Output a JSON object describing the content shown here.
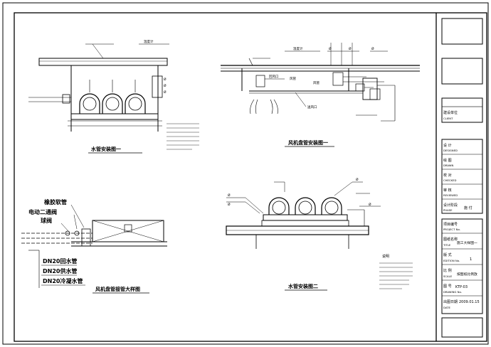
{
  "drawings": {
    "d1": {
      "title": "水管安装图一",
      "labels": [
        "温度计",
        "Ø",
        "Ø",
        "Ø"
      ]
    },
    "d2": {
      "title": "风机盘管安装图一",
      "labels": [
        "温度计",
        "Ø",
        "Ø",
        "Ø",
        "回风口",
        "风管",
        "风管",
        "送风口"
      ]
    },
    "d3": {
      "title": "风机盘管接管大样图",
      "labels": [
        "橡胶软管",
        "电动二通阀",
        "球阀"
      ],
      "pipes": [
        "DN20回水管",
        "DN20供水管",
        "DN20冷凝水管"
      ]
    },
    "d4": {
      "title": "水管安装图二",
      "labels": [
        "Ø",
        "Ø",
        "Ø",
        "Ø"
      ],
      "notes_title": "说明"
    }
  },
  "title_block": {
    "client_label_cn": "建设单位",
    "client_label_en": "CLIENT",
    "rows": [
      {
        "cn": "设 计",
        "en": "DESIGNED",
        "value": ""
      },
      {
        "cn": "绘 图",
        "en": "DRAWN",
        "value": ""
      },
      {
        "cn": "校 对",
        "en": "CHECKED",
        "value": ""
      },
      {
        "cn": "审 核",
        "en": "REVIEWED",
        "value": ""
      },
      {
        "cn": "设计阶段",
        "en": "PHASE",
        "value": "施 付"
      }
    ],
    "project_no_cn": "项目编号",
    "project_no_en": "PROJECT No.",
    "title_cn": "图纸名称",
    "title_en": "TITLE",
    "title_value": "施工大样图一",
    "edition_cn": "版 式",
    "edition_en": "EDITION No.",
    "edition_value": "1",
    "scale_cn": "比 例",
    "scale_en": "SCALE",
    "scale_value": "按图纸比例放",
    "drawing_no_cn": "图 号",
    "drawing_no_en": "DRAWING No.",
    "drawing_no_value": "KTP-03",
    "date_cn": "出图日期",
    "date_en": "DATE",
    "date_value": "2009.01.15"
  }
}
